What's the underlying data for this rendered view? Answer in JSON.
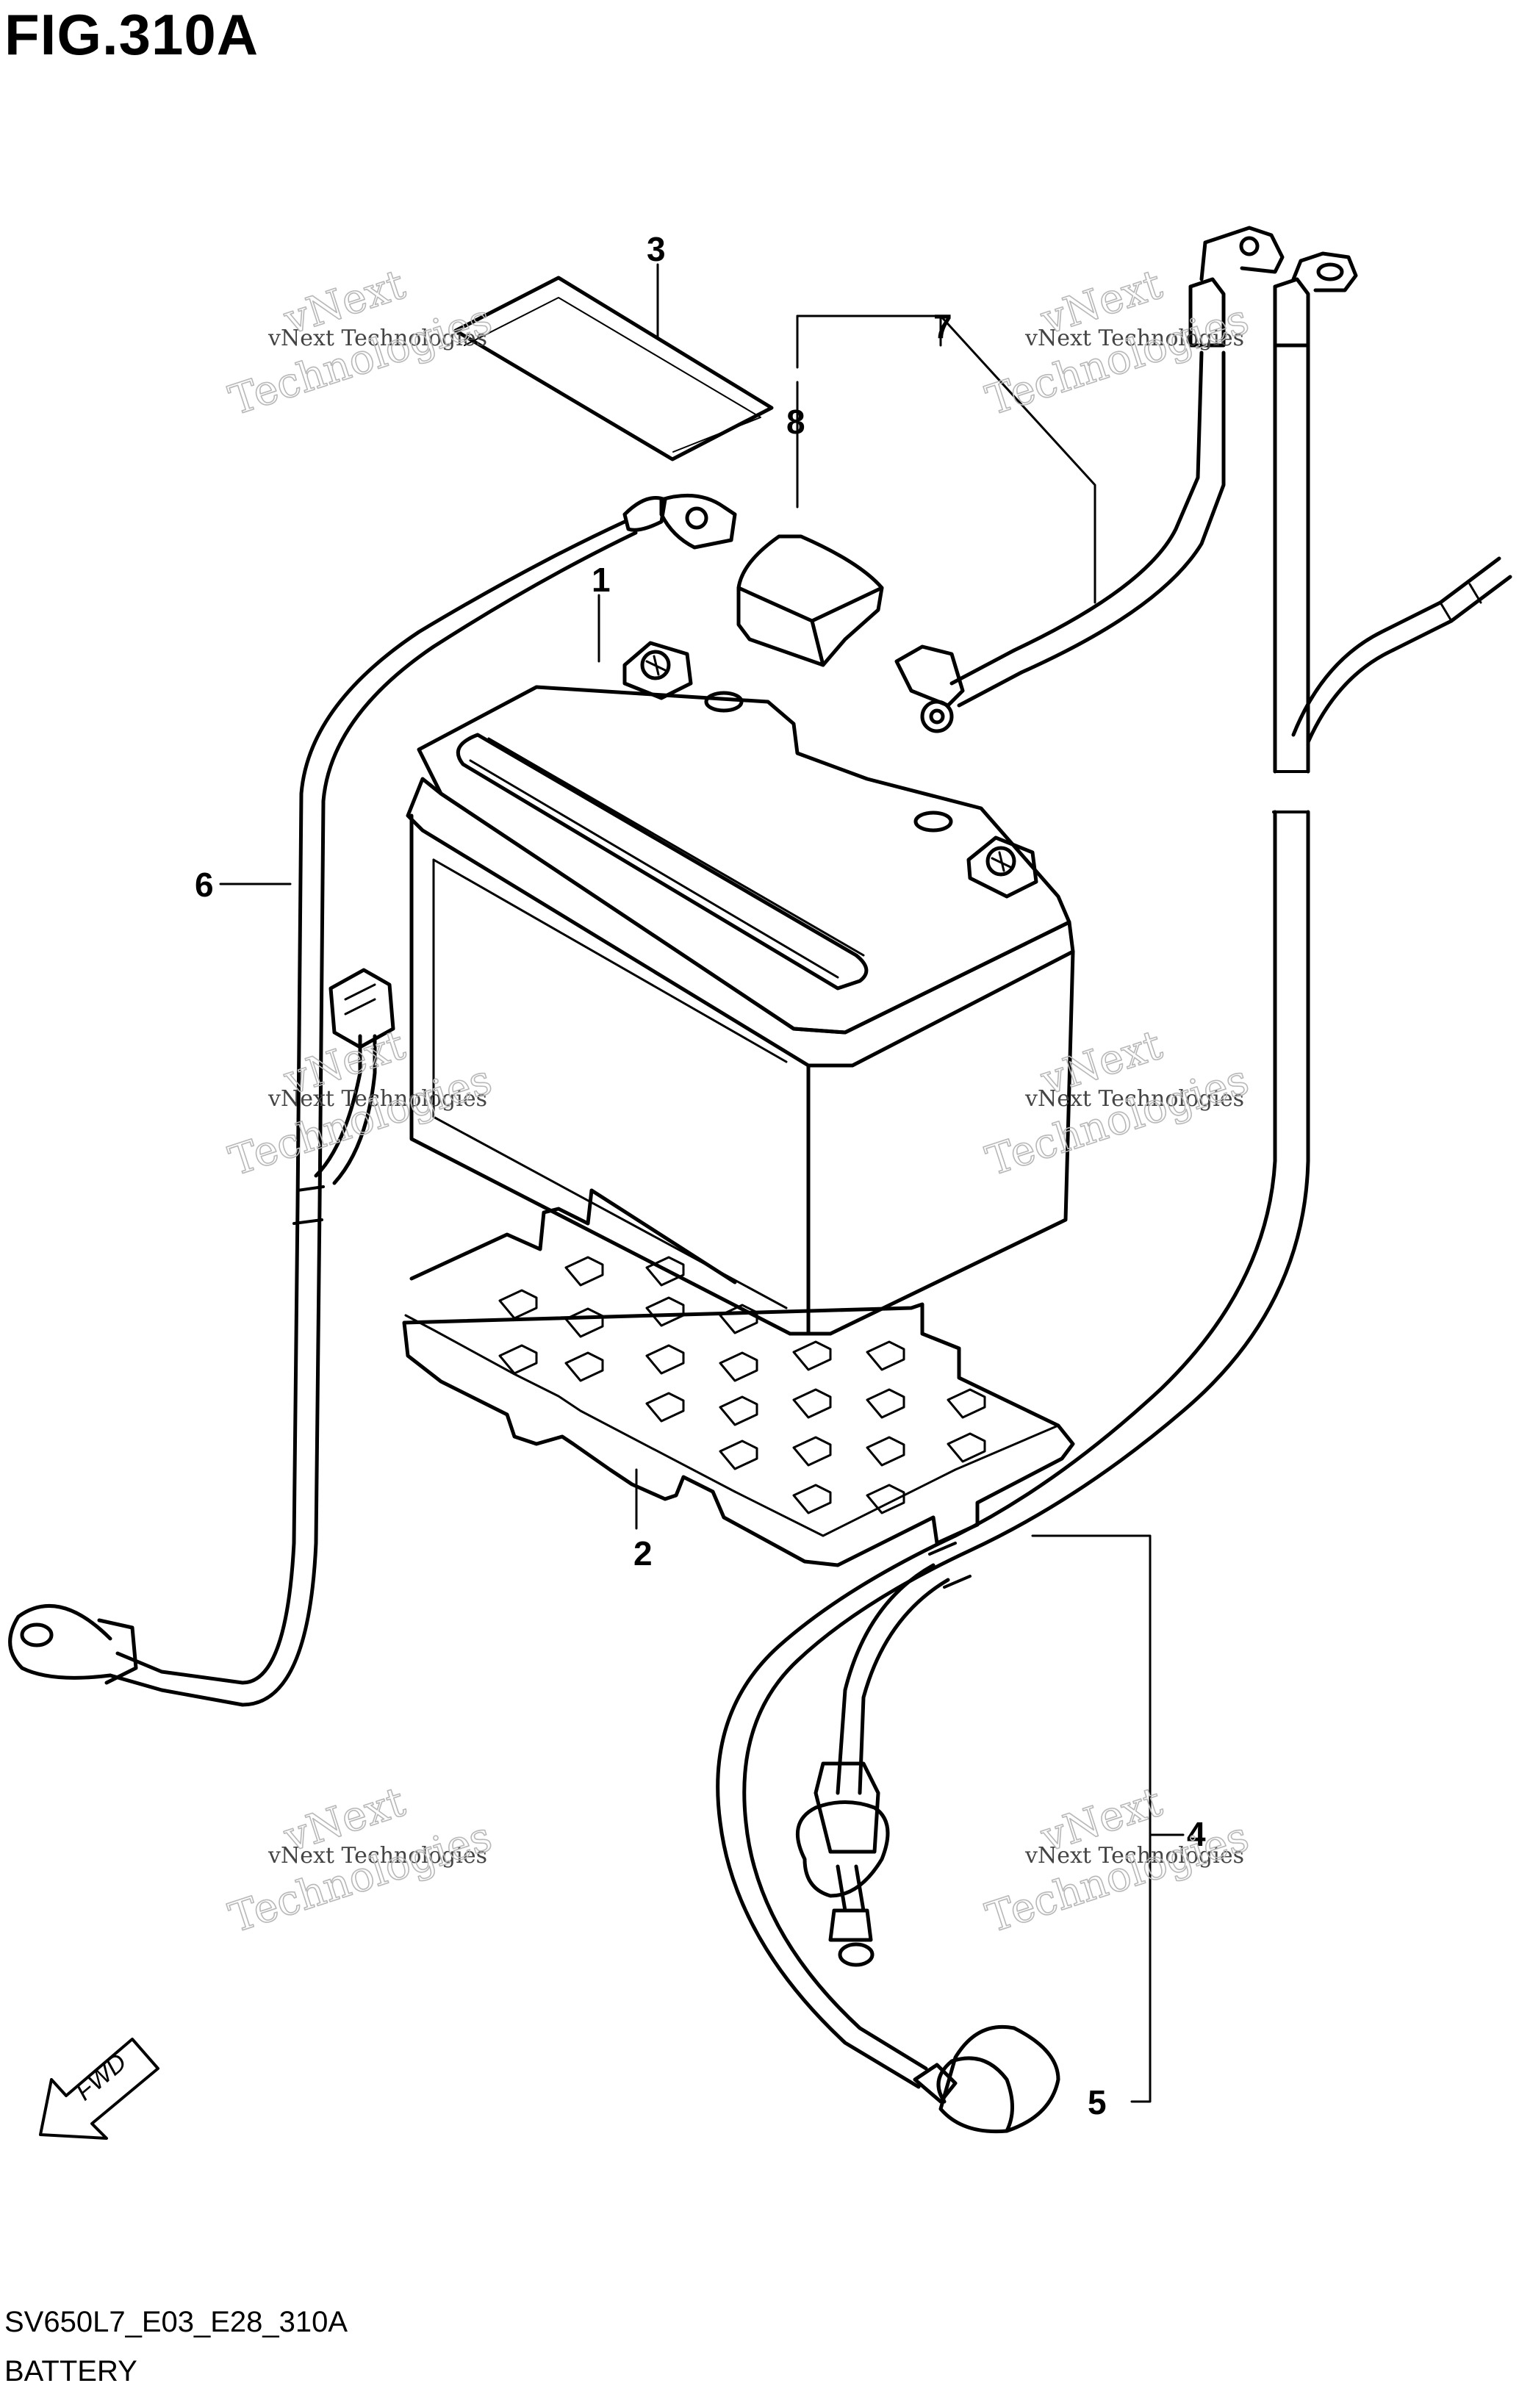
{
  "figure": {
    "title": "FIG.310A",
    "code": "SV650L7_E03_E28_310A",
    "caption": "BATTERY"
  },
  "callouts": [
    {
      "id": "1",
      "label": "1"
    },
    {
      "id": "2",
      "label": "2"
    },
    {
      "id": "3",
      "label": "3"
    },
    {
      "id": "4",
      "label": "4"
    },
    {
      "id": "5",
      "label": "5"
    },
    {
      "id": "6",
      "label": "6"
    },
    {
      "id": "7",
      "label": "7"
    },
    {
      "id": "8",
      "label": "8"
    }
  ],
  "fwd_label": "FWD",
  "watermark": {
    "line1": "vNext Technologies",
    "big1": "vNext",
    "big2": "Technologies"
  },
  "icons": [
    "fwd-arrow-icon"
  ],
  "colors": {
    "ink": "#000000",
    "watermark": "#b8b8b8"
  }
}
